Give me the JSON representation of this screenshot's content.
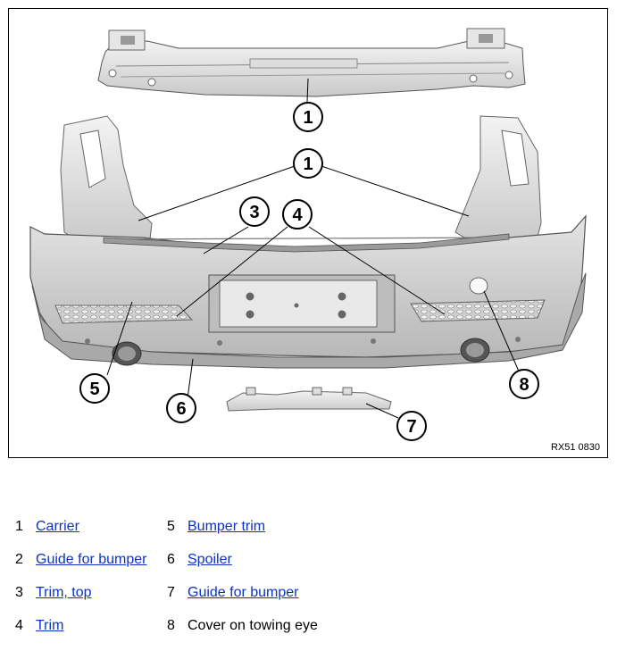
{
  "figure": {
    "id": "RX51 0830",
    "callouts": [
      "1",
      "1",
      "3",
      "4",
      "5",
      "6",
      "7",
      "8"
    ]
  },
  "legend": [
    {
      "number": "1",
      "label": "Carrier",
      "link": true
    },
    {
      "number": "2",
      "label": "Guide for bumper",
      "link": true
    },
    {
      "number": "3",
      "label": "Trim, top",
      "link": true
    },
    {
      "number": "4",
      "label": "Trim",
      "link": true
    },
    {
      "number": "5",
      "label": "Bumper trim",
      "link": true
    },
    {
      "number": "6",
      "label": "Spoiler",
      "link": true
    },
    {
      "number": "7",
      "label": "Guide for bumper",
      "link": true
    },
    {
      "number": "8",
      "label": "Cover on towing eye",
      "link": false
    }
  ]
}
